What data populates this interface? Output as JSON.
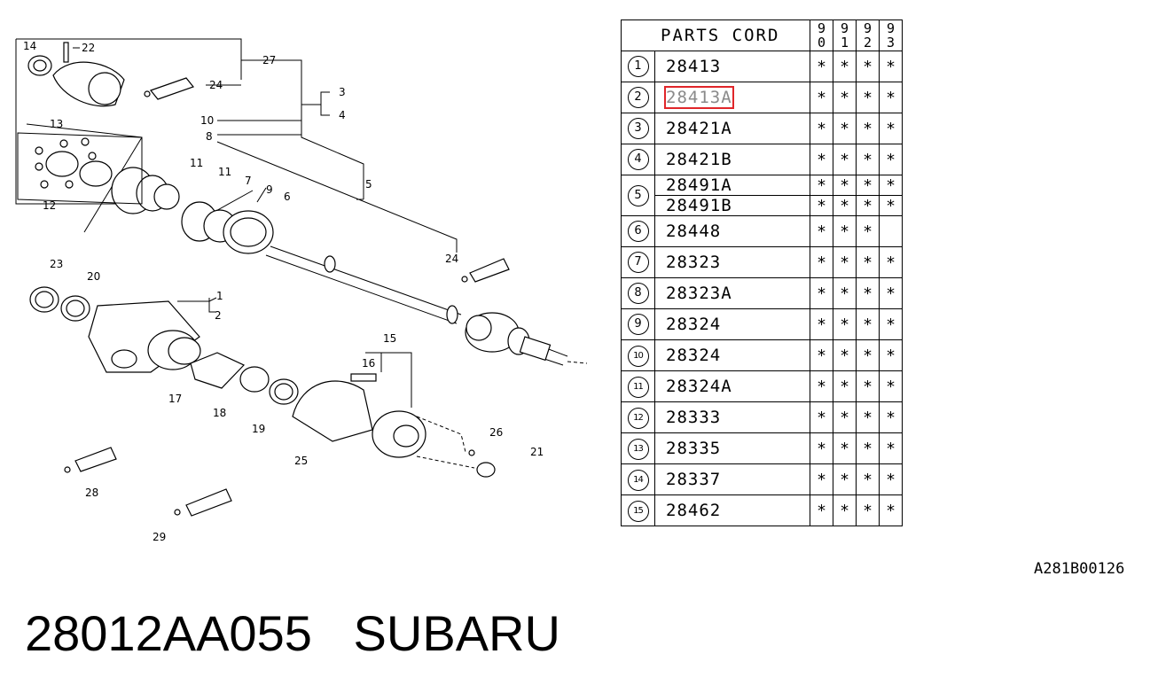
{
  "diagram_callouts": [
    "14",
    "22",
    "27",
    "24",
    "3",
    "4",
    "10",
    "8",
    "13",
    "12",
    "11",
    "11",
    "7",
    "9",
    "6",
    "5",
    "24",
    "23",
    "20",
    "1",
    "2",
    "15",
    "16",
    "17",
    "18",
    "19",
    "26",
    "21",
    "25",
    "28",
    "29"
  ],
  "table": {
    "header": "PARTS CORD",
    "years": [
      [
        "9",
        "0"
      ],
      [
        "9",
        "1"
      ],
      [
        "9",
        "2"
      ],
      [
        "9",
        "3"
      ]
    ],
    "rows": [
      {
        "no": "1",
        "codes": [
          "28413"
        ],
        "marks": [
          [
            "*",
            "*",
            "*",
            "*"
          ]
        ]
      },
      {
        "no": "2",
        "codes": [
          "28413A"
        ],
        "marks": [
          [
            "*",
            "*",
            "*",
            "*"
          ]
        ]
      },
      {
        "no": "3",
        "codes": [
          "28421A"
        ],
        "marks": [
          [
            "*",
            "*",
            "*",
            "*"
          ]
        ]
      },
      {
        "no": "4",
        "codes": [
          "28421B"
        ],
        "marks": [
          [
            "*",
            "*",
            "*",
            "*"
          ]
        ]
      },
      {
        "no": "5",
        "codes": [
          "28491A",
          "28491B"
        ],
        "marks": [
          [
            "*",
            "*",
            "*",
            "*"
          ],
          [
            "*",
            "*",
            "*",
            "*"
          ]
        ]
      },
      {
        "no": "6",
        "codes": [
          "28448"
        ],
        "marks": [
          [
            "*",
            "*",
            "*",
            ""
          ]
        ]
      },
      {
        "no": "7",
        "codes": [
          "28323"
        ],
        "marks": [
          [
            "*",
            "*",
            "*",
            "*"
          ]
        ]
      },
      {
        "no": "8",
        "codes": [
          "28323A"
        ],
        "marks": [
          [
            "*",
            "*",
            "*",
            "*"
          ]
        ]
      },
      {
        "no": "9",
        "codes": [
          "28324"
        ],
        "marks": [
          [
            "*",
            "*",
            "*",
            "*"
          ]
        ]
      },
      {
        "no": "10",
        "codes": [
          "28324"
        ],
        "marks": [
          [
            "*",
            "*",
            "*",
            "*"
          ]
        ]
      },
      {
        "no": "11",
        "codes": [
          "28324A"
        ],
        "marks": [
          [
            "*",
            "*",
            "*",
            "*"
          ]
        ]
      },
      {
        "no": "12",
        "codes": [
          "28333"
        ],
        "marks": [
          [
            "*",
            "*",
            "*",
            "*"
          ]
        ]
      },
      {
        "no": "13",
        "codes": [
          "28335"
        ],
        "marks": [
          [
            "*",
            "*",
            "*",
            "*"
          ]
        ]
      },
      {
        "no": "14",
        "codes": [
          "28337"
        ],
        "marks": [
          [
            "*",
            "*",
            "*",
            "*"
          ]
        ]
      },
      {
        "no": "15",
        "codes": [
          "28462"
        ],
        "marks": [
          [
            "*",
            "*",
            "*",
            "*"
          ]
        ]
      }
    ],
    "highlighted_code": "28413A"
  },
  "ref_code": "A281B00126",
  "footer": {
    "part_number": "28012AA055",
    "brand": "SUBARU"
  },
  "colors": {
    "highlight": "#e0262a"
  }
}
